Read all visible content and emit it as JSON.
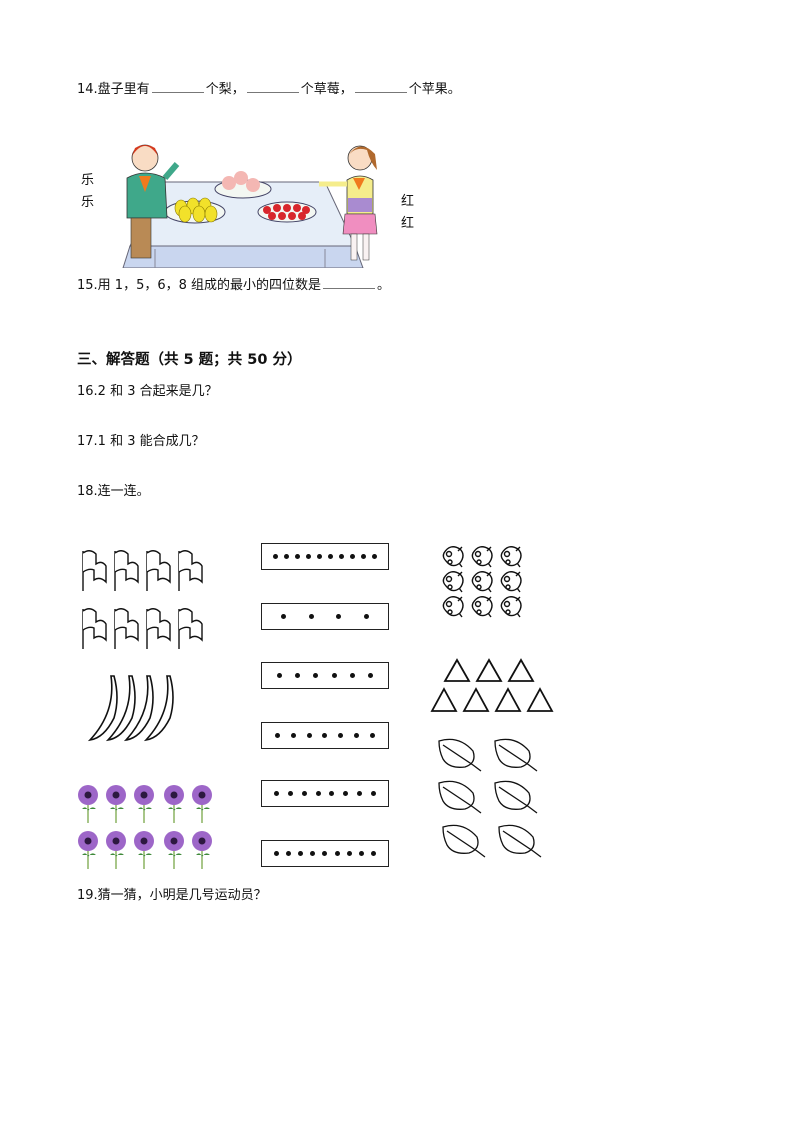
{
  "q14": {
    "prefix": "14.盘子里有",
    "part1": "个梨，",
    "part2": "个草莓，",
    "part3": "个苹果。",
    "left_label": [
      "乐",
      "乐"
    ],
    "right_label": [
      "红",
      "红"
    ],
    "picture": "two children beside a table with plates of pears, apples and strawberries"
  },
  "q15": {
    "text": "15.用 1，5，6，8 组成的最小的四位数是",
    "suffix": "。"
  },
  "section3": {
    "title": "三、解答题（共 5 题；共 50 分）"
  },
  "q16": {
    "text": "16.2 和 3 合起来是几？"
  },
  "q17": {
    "text": "17.1 和 3 能合成几？"
  },
  "q18": {
    "text": "18.连一连。",
    "left_pictures": [
      {
        "name": "flags",
        "count": 8
      },
      {
        "name": "bananas",
        "count": 4
      },
      {
        "name": "flowers",
        "count": 10
      }
    ],
    "dot_boxes": [
      10,
      4,
      6,
      7,
      8,
      9
    ],
    "right_pictures": [
      {
        "name": "fish",
        "count": 9
      },
      {
        "name": "triangles",
        "count": 7
      },
      {
        "name": "leaves",
        "count": 6
      }
    ]
  },
  "q19": {
    "text": "19.猜一猜，小明是几号运动员？"
  }
}
